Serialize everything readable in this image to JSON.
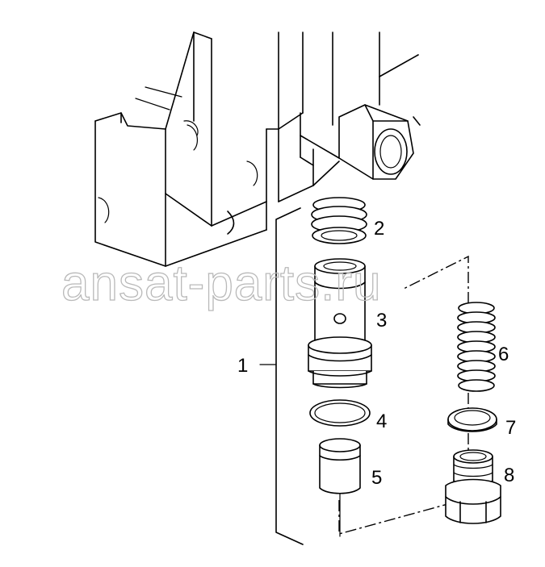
{
  "watermark": "ansat-parts.ru",
  "callouts": [
    {
      "id": "1",
      "label": "1"
    },
    {
      "id": "2",
      "label": "2"
    },
    {
      "id": "3",
      "label": "3"
    },
    {
      "id": "4",
      "label": "4"
    },
    {
      "id": "5",
      "label": "5"
    },
    {
      "id": "6",
      "label": "6"
    },
    {
      "id": "7",
      "label": "7"
    },
    {
      "id": "8",
      "label": "8"
    }
  ]
}
